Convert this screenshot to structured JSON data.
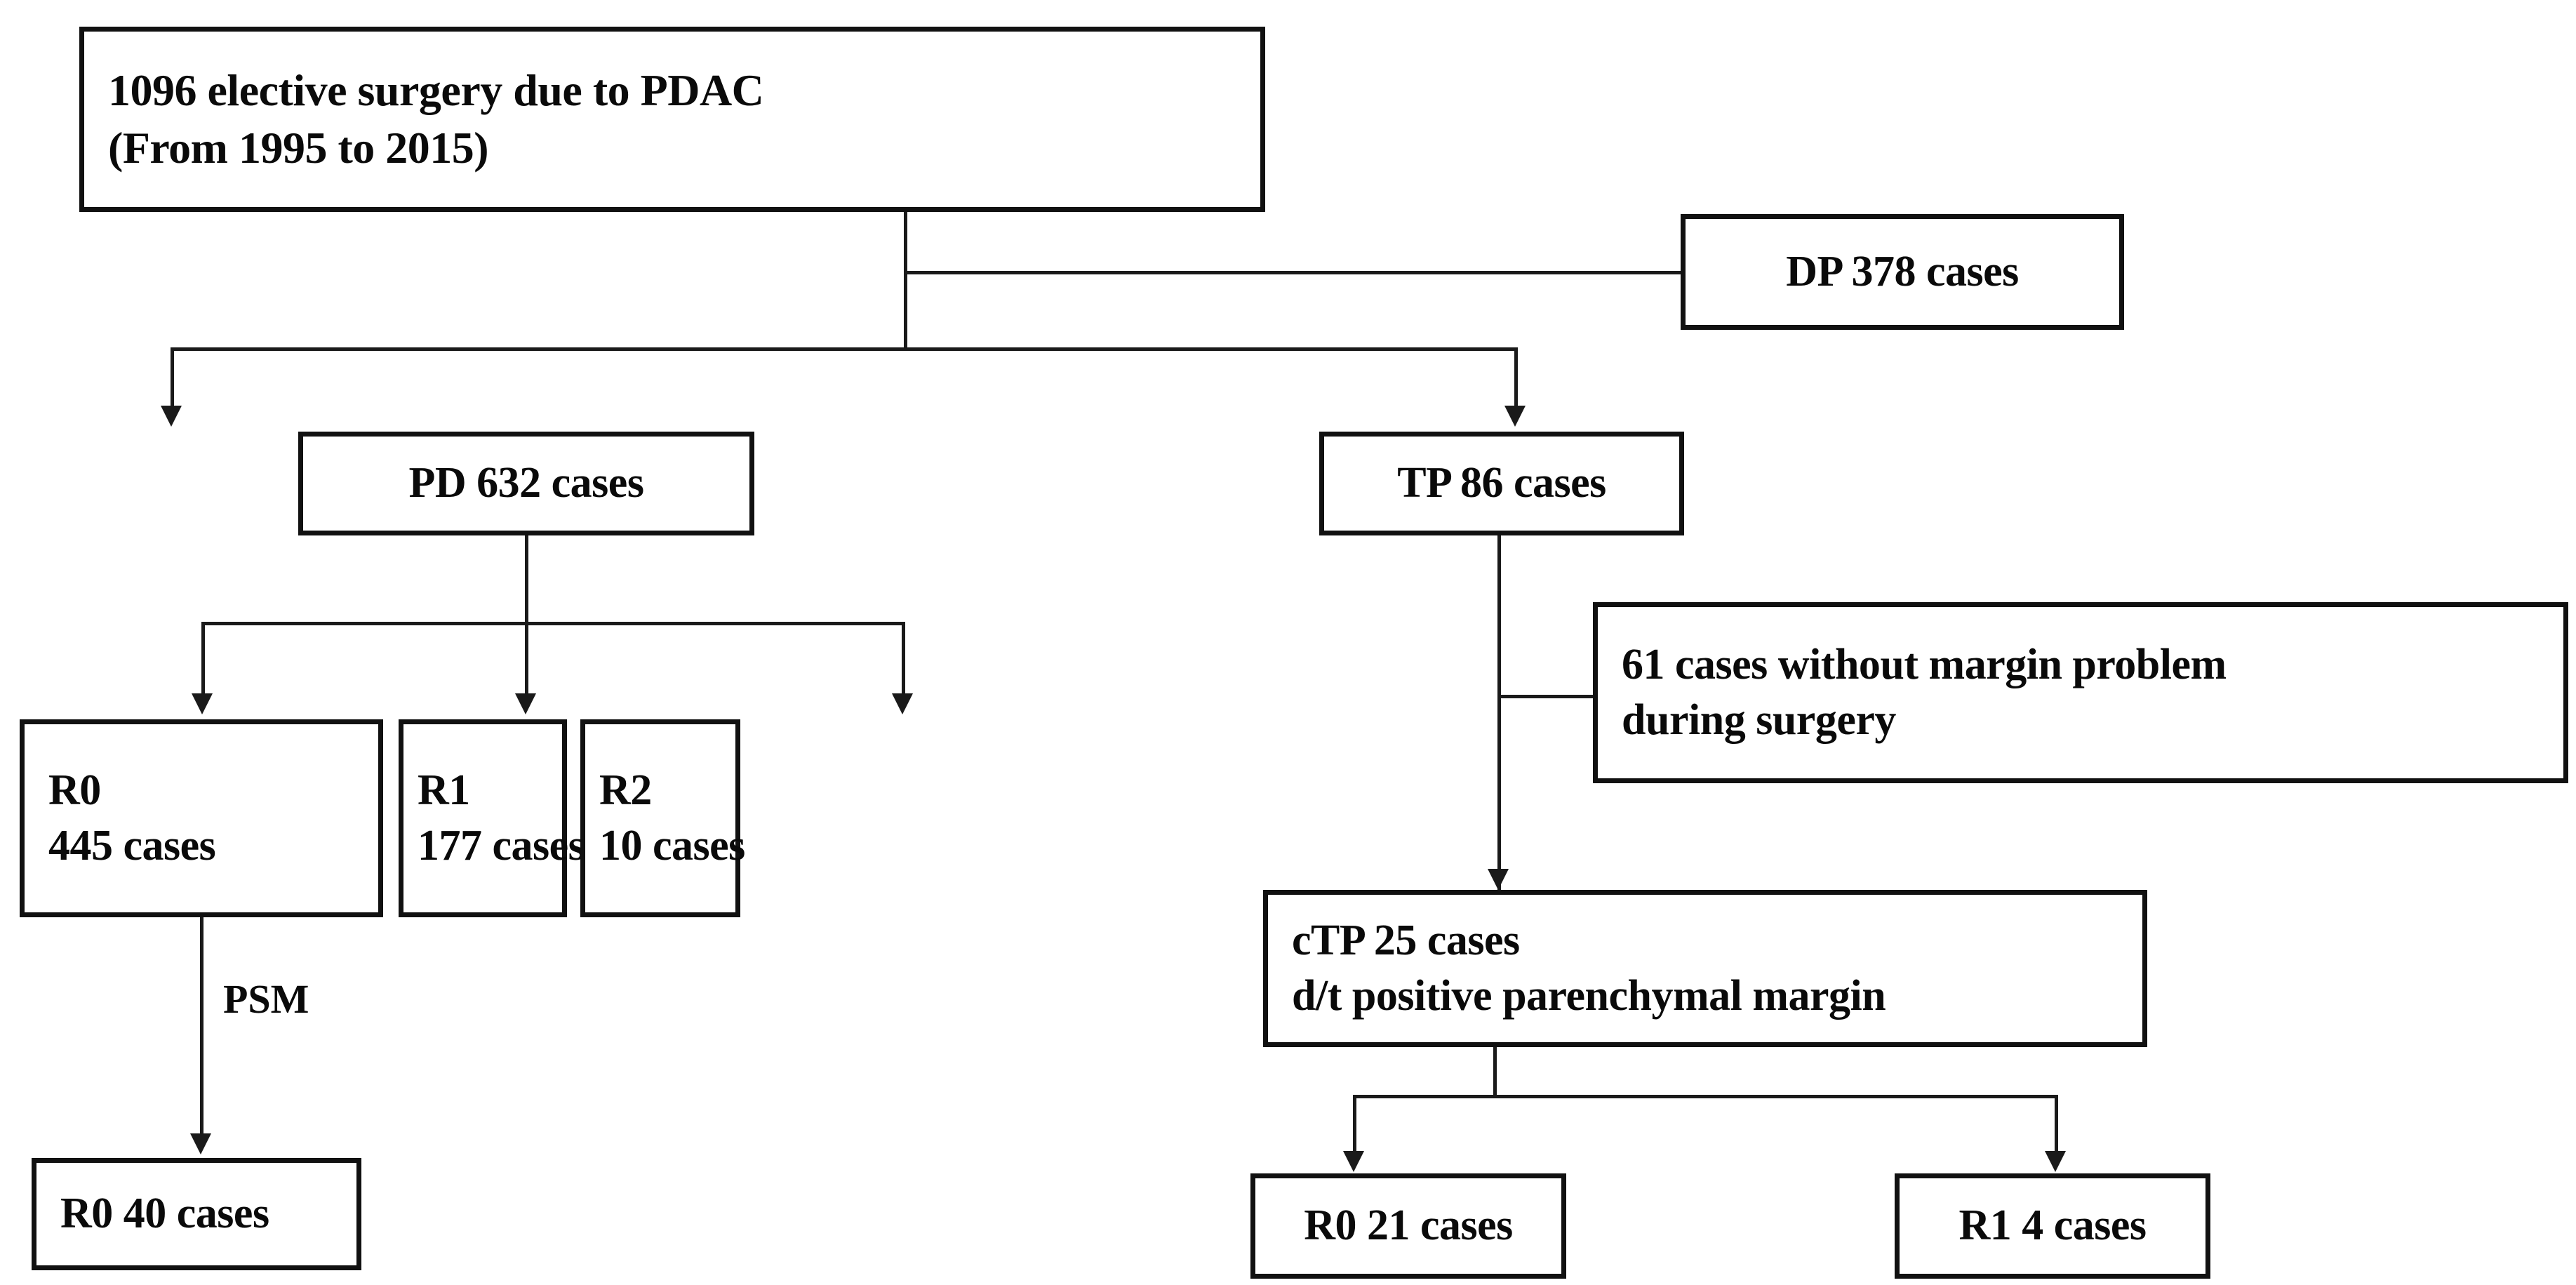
{
  "diagram": {
    "title": "Patient selection flowchart for PDAC elective surgery",
    "nodes": {
      "root": {
        "id": "root",
        "lines": [
          "1096 elective surgery due to PDAC",
          "(From 1995 to 2015)"
        ],
        "count": 1096
      },
      "dp": {
        "id": "dp",
        "lines": [
          "DP 378 cases"
        ],
        "count": 378
      },
      "pd": {
        "id": "pd",
        "lines": [
          "PD 632 cases"
        ],
        "count": 632
      },
      "tp": {
        "id": "tp",
        "lines": [
          "TP 86 cases"
        ],
        "count": 86
      },
      "r0_pd": {
        "id": "r0_pd",
        "lines": [
          "R0",
          "445 cases"
        ],
        "count": 445
      },
      "r1_pd": {
        "id": "r1_pd",
        "lines": [
          "R1",
          "177 cases"
        ],
        "count": 177
      },
      "r2_pd": {
        "id": "r2_pd",
        "lines": [
          "R2",
          "10 cases"
        ],
        "count": 10
      },
      "no_margin": {
        "id": "no_margin",
        "lines": [
          "61 cases without margin problem",
          "during surgery"
        ],
        "count": 61
      },
      "ctp": {
        "id": "ctp",
        "lines": [
          "cTP 25 cases",
          "d/t positive parenchymal margin"
        ],
        "count": 25
      },
      "r0_psm": {
        "id": "r0_psm",
        "lines": [
          "R0 40 cases"
        ],
        "count": 40
      },
      "r0_ctp": {
        "id": "r0_ctp",
        "lines": [
          "R0 21 cases"
        ],
        "count": 21
      },
      "r1_ctp": {
        "id": "r1_ctp",
        "lines": [
          "R1 4 cases"
        ],
        "count": 4
      }
    },
    "edge_labels": {
      "psm": "PSM"
    },
    "colors": {
      "box_border": "#111111",
      "connector": "#1a1a1a",
      "text": "#0a0a0a",
      "background": "#ffffff"
    }
  }
}
